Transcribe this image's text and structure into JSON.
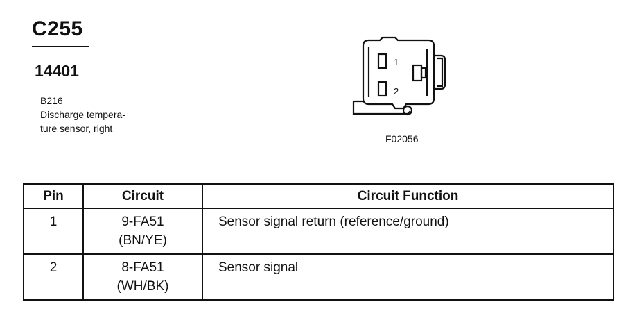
{
  "header": {
    "connector_id": "C255",
    "part_number": "14401",
    "component_code": "B216",
    "component_desc_line1": "Discharge tempera-",
    "component_desc_line2": "ture sensor, right"
  },
  "diagram": {
    "pin_labels": [
      "1",
      "2"
    ],
    "figure_code": "F02056"
  },
  "table": {
    "headers": {
      "pin": "Pin",
      "circuit": "Circuit",
      "function": "Circuit Function"
    },
    "rows": [
      {
        "pin": "1",
        "circuit_line1": "9-FA51",
        "circuit_line2": "(BN/YE)",
        "function": "Sensor signal return (reference/ground)"
      },
      {
        "pin": "2",
        "circuit_line1": "8-FA51",
        "circuit_line2": "(WH/BK)",
        "function": "Sensor signal"
      }
    ]
  }
}
